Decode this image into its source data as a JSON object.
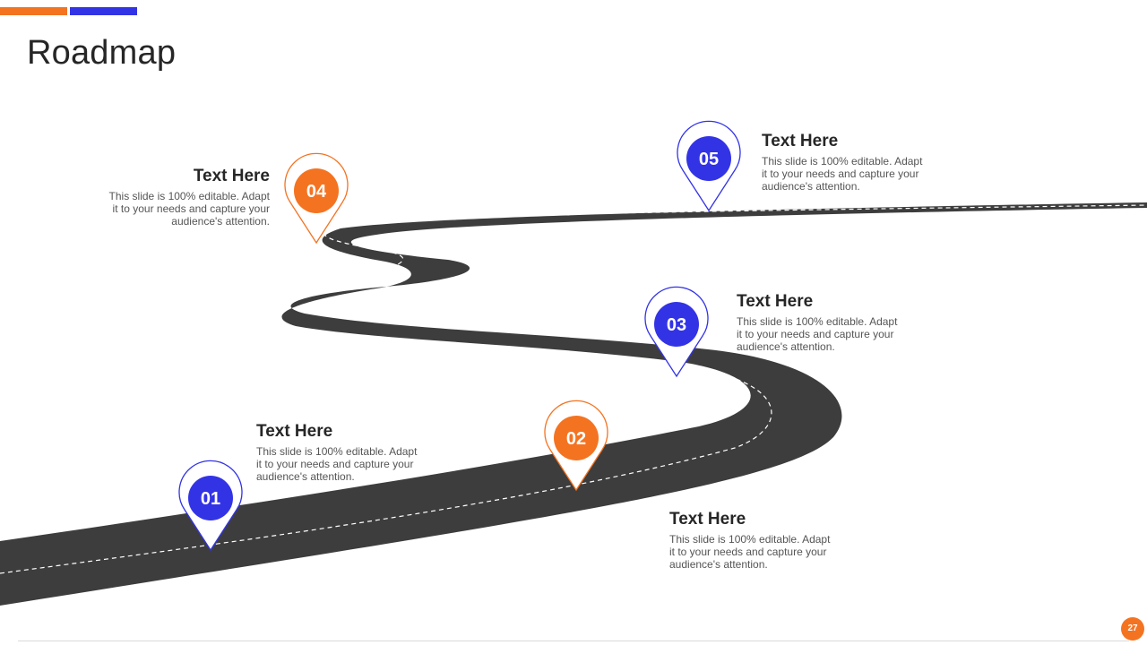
{
  "slide": {
    "title": "Roadmap",
    "page_number": "27"
  },
  "colors": {
    "orange": "#f47321",
    "blue": "#3333e6",
    "road": "#3d3d3d"
  },
  "milestones": [
    {
      "label": "01",
      "heading": "Text Here",
      "body": "This slide is 100% editable. Adapt it to your needs and capture your audience's attention.",
      "color": "blue"
    },
    {
      "label": "02",
      "heading": "Text Here",
      "body": "This slide is 100% editable. Adapt it to your needs and capture your audience's attention.",
      "color": "orange"
    },
    {
      "label": "03",
      "heading": "Text Here",
      "body": "This slide is 100% editable. Adapt it to your needs and capture your audience's attention.",
      "color": "blue"
    },
    {
      "label": "04",
      "heading": "Text Here",
      "body": "This slide is 100% editable. Adapt it to your needs and capture your audience's attention.",
      "color": "orange"
    },
    {
      "label": "05",
      "heading": "Text Here",
      "body": "This slide is 100% editable. Adapt it to your needs and capture your audience's attention.",
      "color": "blue"
    }
  ]
}
